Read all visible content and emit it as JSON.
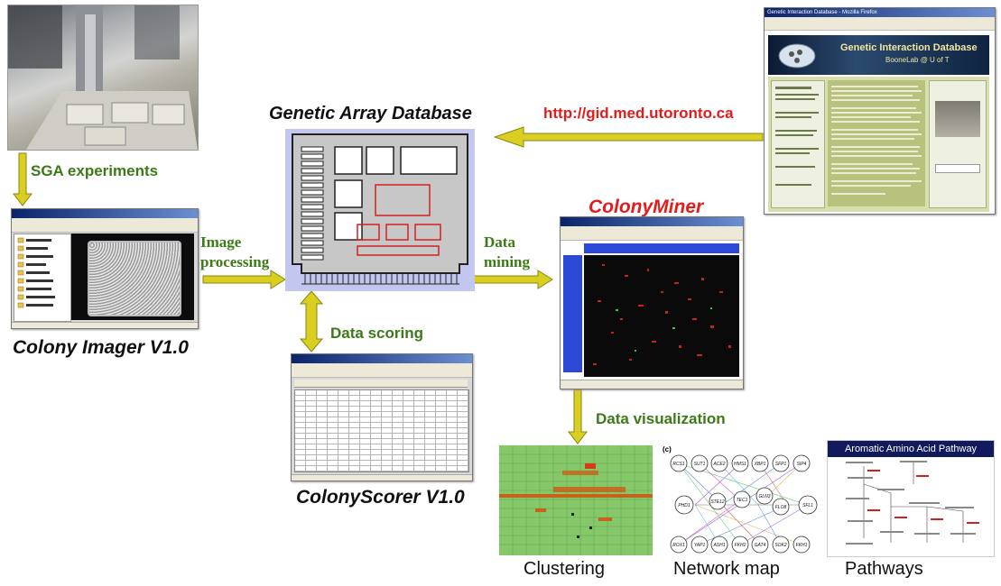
{
  "database": {
    "title": "Genetic Array Database"
  },
  "source": {
    "url": "http://gid.med.utoronto.ca"
  },
  "edges": {
    "sga": "SGA experiments",
    "image_processing": [
      "Image",
      "processing"
    ],
    "data_mining": [
      "Data",
      "mining"
    ],
    "data_scoring": "Data scoring",
    "data_visualization": "Data visualization"
  },
  "tools": {
    "imager": "Colony Imager V1.0",
    "scorer": "ColonyScorer V1.0",
    "miner": "ColonyMiner"
  },
  "outputs": {
    "clustering": "Clustering",
    "network": "Network map",
    "pathways": "Pathways",
    "network_panel_label": "(c)",
    "pathway_title": "Aromatic Amino Acid Pathway"
  },
  "gid_window": {
    "title": "Genetic Interaction Database - Mozilla Firefox",
    "banner": "Genetic Interaction Database",
    "sub": "BooneLab @ U of T"
  },
  "network_nodes": {
    "top": [
      "RCS1",
      "SUT1",
      "ACE2",
      "HMS1",
      "XBP1",
      "SFP1",
      "SIP4"
    ],
    "middle": [
      "PHD1",
      "STE12",
      "TEC1",
      "GLN3",
      "FLO8",
      "SFL1"
    ],
    "bottom": [
      "ROX1",
      "YAP1",
      "ASH1",
      "FKH2",
      "GAT4",
      "SOK2",
      "FKH1"
    ]
  },
  "colors": {
    "arrow_fill": "#d9cf20",
    "arrow_stroke": "#8a8410",
    "chip_fill": "#c7c7c7",
    "chip_frame": "#c3c6ee",
    "accent_red": "#e21b1b",
    "accent_green": "#3b7a17"
  }
}
